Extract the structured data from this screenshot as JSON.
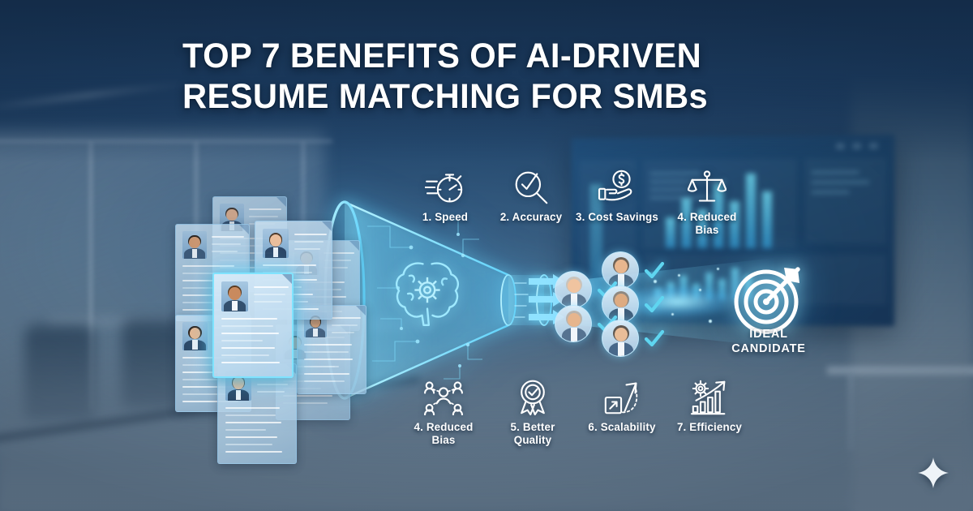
{
  "poster": {
    "title_line1": "TOP 7 BENEFITS OF AI-DRIVEN",
    "title_line2": "RESUME MATCHING FOR SMBs",
    "colors": {
      "background_top": "#1a3557",
      "background_bottom": "#6d8294",
      "accent_cyan": "#7fe3ff",
      "title_color": "#ffffff",
      "check_color": "#5fd5f0",
      "screen_bar": "#6fd8ef"
    }
  },
  "benefits_top": [
    {
      "label": "1. Speed",
      "icon": "stopwatch-icon"
    },
    {
      "label": "2. Accuracy",
      "icon": "magnifier-check-icon"
    },
    {
      "label": "3. Cost Savings",
      "icon": "hand-dollar-icon"
    },
    {
      "label": "4. Reduced\nBias",
      "icon": "scales-icon"
    }
  ],
  "benefits_bottom": [
    {
      "label": "4. Reduced\nBias",
      "icon": "people-network-icon"
    },
    {
      "label": "5. Better\nQuality",
      "icon": "award-ribbon-icon"
    },
    {
      "label": "6. Scalability",
      "icon": "growth-arrow-box-icon"
    },
    {
      "label": "7. Efficiency",
      "icon": "gear-bar-chart-icon"
    }
  ],
  "funnel": {
    "icon": "ai-brain-gear-icon",
    "arrow_count": 3
  },
  "result": {
    "label_line1": "IDEAL",
    "label_line2": "CANDIDATE",
    "icon": "target-arrow-icon"
  },
  "candidates": [
    {
      "name": "candidate-1",
      "checked": true
    },
    {
      "name": "candidate-2",
      "checked": true
    },
    {
      "name": "candidate-3",
      "checked": true
    },
    {
      "name": "candidate-4",
      "checked": true
    },
    {
      "name": "candidate-5",
      "checked": true
    }
  ],
  "resumes": {
    "count": 9,
    "featured_index": 4
  },
  "decoration": {
    "sparkle_icon": "sparkle-star-icon"
  }
}
